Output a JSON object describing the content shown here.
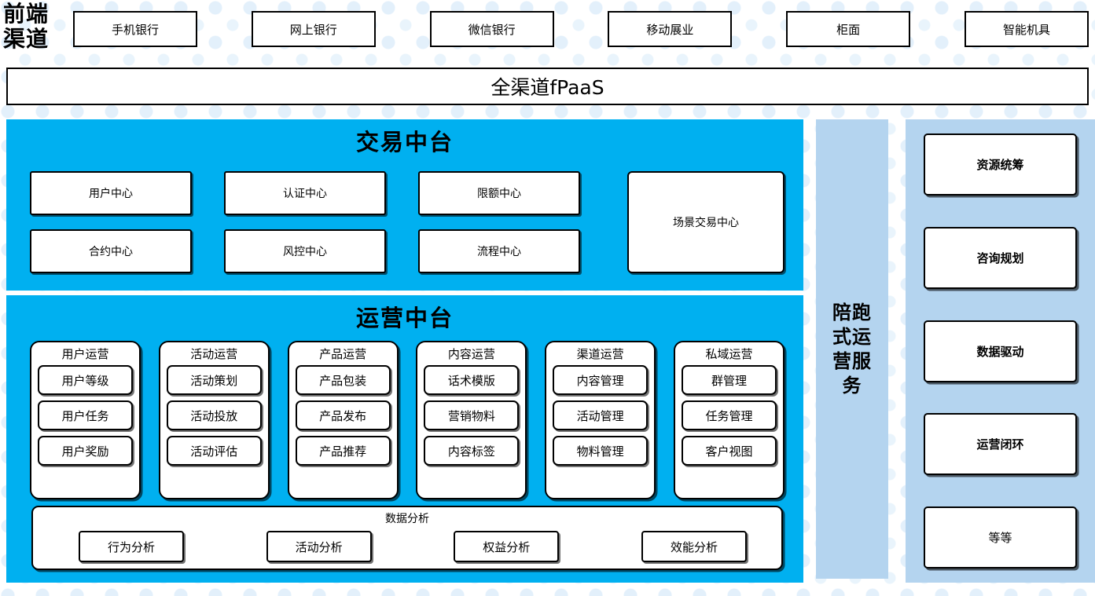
{
  "channels": {
    "label": "前端\n渠道",
    "items": [
      {
        "name": "mobile-bank",
        "text": "手机银行"
      },
      {
        "name": "online-bank",
        "text": "网上银行"
      },
      {
        "name": "wechat-bank",
        "text": "微信银行"
      },
      {
        "name": "mobile-business",
        "text": "移动展业"
      },
      {
        "name": "counter",
        "text": "柜面"
      },
      {
        "name": "smart-machine",
        "text": "智能机具"
      }
    ]
  },
  "fpaas": {
    "title": "全渠道fPaaS"
  },
  "trade_center": {
    "title": "交易中台",
    "grid": [
      {
        "name": "user-center",
        "text": "用户中心"
      },
      {
        "name": "auth-center",
        "text": "认证中心"
      },
      {
        "name": "limit-center",
        "text": "限额中心"
      },
      {
        "name": "contract-center",
        "text": "合约中心"
      },
      {
        "name": "risk-center",
        "text": "风控中心"
      },
      {
        "name": "process-center",
        "text": "流程中心"
      }
    ],
    "scene": {
      "name": "scene-trade-center",
      "text": "场景交易中心"
    }
  },
  "ops_center": {
    "title": "运营中台",
    "columns": [
      {
        "name": "user-ops",
        "title": "用户运营",
        "items": [
          "用户等级",
          "用户任务",
          "用户奖励"
        ]
      },
      {
        "name": "activity-ops",
        "title": "活动运营",
        "items": [
          "活动策划",
          "活动投放",
          "活动评估"
        ]
      },
      {
        "name": "product-ops",
        "title": "产品运营",
        "items": [
          "产品包装",
          "产品发布",
          "产品推荐"
        ]
      },
      {
        "name": "content-ops",
        "title": "内容运营",
        "items": [
          "话术模版",
          "营销物料",
          "内容标签"
        ]
      },
      {
        "name": "channel-ops",
        "title": "渠道运营",
        "items": [
          "内容管理",
          "活动管理",
          "物料管理"
        ]
      },
      {
        "name": "private-ops",
        "title": "私域运营",
        "items": [
          "群管理",
          "任务管理",
          "客户视图"
        ]
      }
    ],
    "analytics": {
      "title": "数据分析",
      "items": [
        "行为分析",
        "活动分析",
        "权益分析",
        "效能分析"
      ]
    }
  },
  "accompany": {
    "text": "陪跑式运营服务"
  },
  "services": {
    "items": [
      {
        "name": "resource-coordination",
        "text": "资源统筹",
        "bold": true
      },
      {
        "name": "consulting-planning",
        "text": "咨询规划",
        "bold": true
      },
      {
        "name": "data-driven",
        "text": "数据驱动",
        "bold": true
      },
      {
        "name": "ops-closed-loop",
        "text": "运营闭环",
        "bold": true
      },
      {
        "name": "etc",
        "text": "等等",
        "bold": false
      }
    ]
  },
  "colors": {
    "cyan": "#00b0f0",
    "light_blue": "#b4d4ef",
    "dot": "#e3f0fb",
    "outline": "#000000",
    "white": "#ffffff"
  }
}
